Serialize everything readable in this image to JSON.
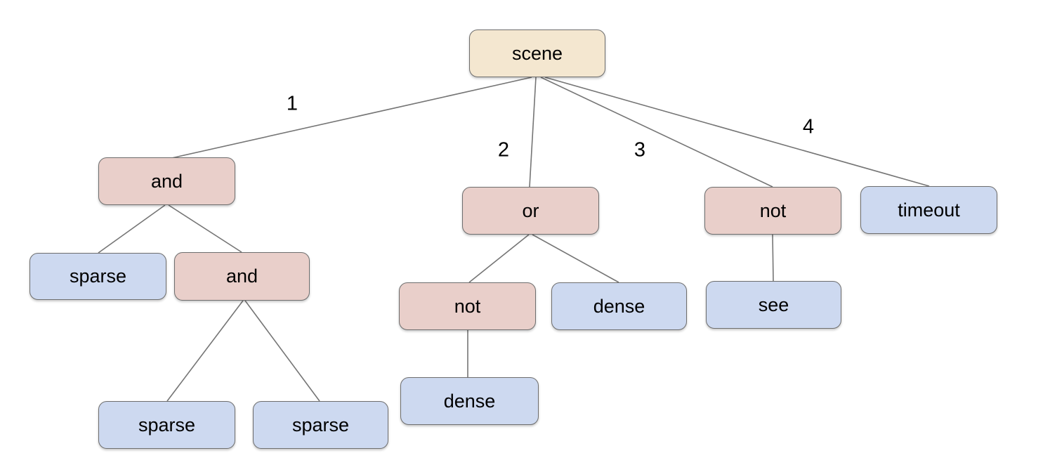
{
  "diagram": {
    "colors": {
      "root_fill": "#f4e7d0",
      "operator_fill": "#e9cfca",
      "leaf_fill": "#cdd9f0",
      "node_border": "#6e6e6e",
      "edge_line": "#757575",
      "text": "#000000",
      "background": "#ffffff"
    },
    "nodes": {
      "scene": {
        "label": "scene",
        "role": "root"
      },
      "and1": {
        "label": "and",
        "role": "operator"
      },
      "or1": {
        "label": "or",
        "role": "operator"
      },
      "not1": {
        "label": "not",
        "role": "operator"
      },
      "timeout1": {
        "label": "timeout",
        "role": "leaf"
      },
      "sparse1": {
        "label": "sparse",
        "role": "leaf"
      },
      "and2": {
        "label": "and",
        "role": "operator"
      },
      "not2": {
        "label": "not",
        "role": "operator"
      },
      "dense1": {
        "label": "dense",
        "role": "leaf"
      },
      "see1": {
        "label": "see",
        "role": "leaf"
      },
      "sparse2": {
        "label": "sparse",
        "role": "leaf"
      },
      "sparse3": {
        "label": "sparse",
        "role": "leaf"
      },
      "dense2": {
        "label": "dense",
        "role": "leaf"
      }
    },
    "edge_labels": {
      "branch1": "1",
      "branch2": "2",
      "branch3": "3",
      "branch4": "4"
    },
    "tree": {
      "label": "scene",
      "children": [
        {
          "branch": "1",
          "label": "and",
          "children": [
            {
              "label": "sparse"
            },
            {
              "label": "and",
              "children": [
                {
                  "label": "sparse"
                },
                {
                  "label": "sparse"
                }
              ]
            }
          ]
        },
        {
          "branch": "2",
          "label": "or",
          "children": [
            {
              "label": "not",
              "children": [
                {
                  "label": "dense"
                }
              ]
            },
            {
              "label": "dense"
            }
          ]
        },
        {
          "branch": "3",
          "label": "not",
          "children": [
            {
              "label": "see"
            }
          ]
        },
        {
          "branch": "4",
          "label": "timeout"
        }
      ]
    }
  }
}
